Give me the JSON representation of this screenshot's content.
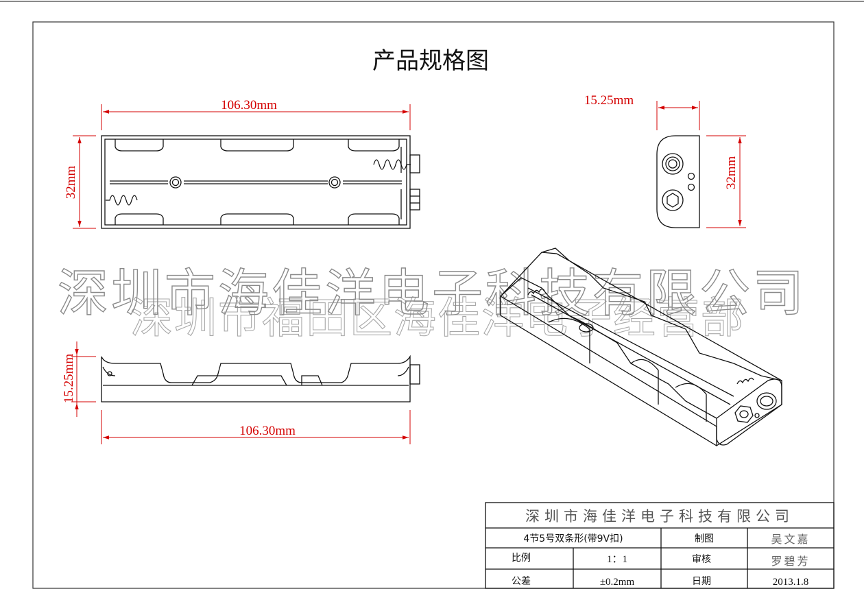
{
  "title": "产品规格图",
  "dimensions": {
    "top_length": "106.30mm",
    "top_height": "32mm",
    "end_width": "15.25mm",
    "end_height": "32mm",
    "side_height": "15.25mm",
    "side_length": "106.30mm"
  },
  "watermark": {
    "line1": "深圳市海佳洋电子科技有限公司",
    "line2": "深圳市福田区海佳洋电子经营部"
  },
  "title_block": {
    "company": "深圳市海佳洋电子科技有限公司",
    "product": "4节5号双条形(带9V扣)",
    "drawn_label": "制图",
    "drawn_by": "吴文嘉",
    "scale_label": "比例",
    "scale": "1：1",
    "check_label": "审核",
    "checked_by": "罗碧芳",
    "tolerance_label": "公差",
    "tolerance": "±0.2mm",
    "date_label": "日期",
    "date": "2013.1.8"
  }
}
